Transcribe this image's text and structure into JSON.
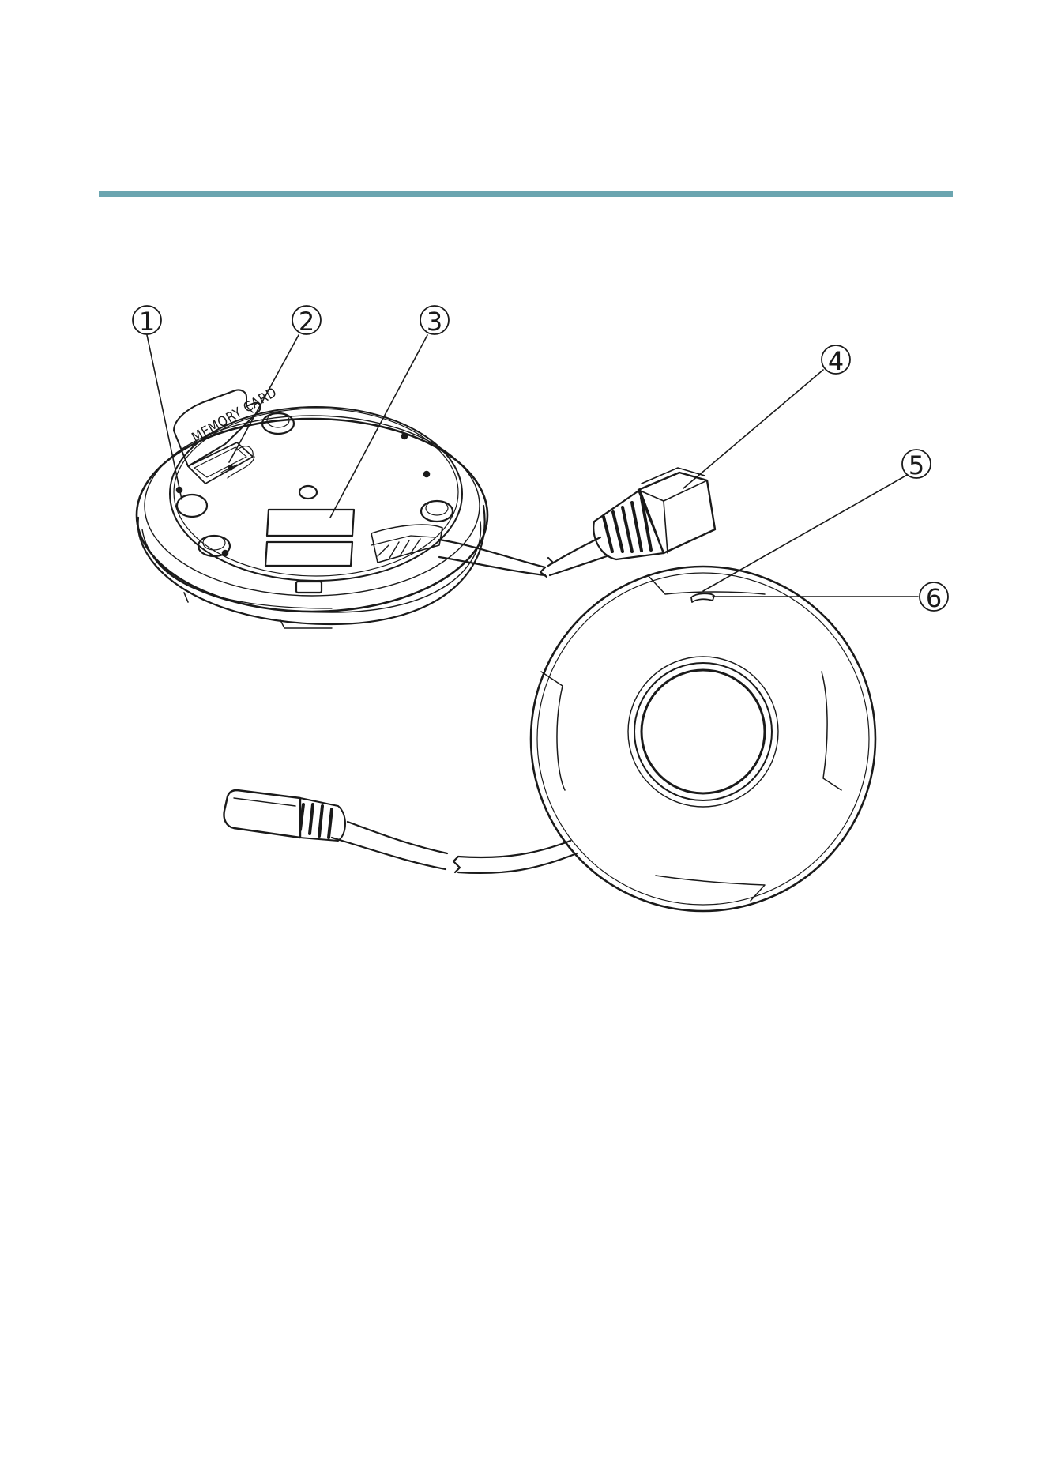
{
  "colors": {
    "rule": "#6ba5b0",
    "ink": "#1a1a1a",
    "paper": "#ffffff"
  },
  "callouts": [
    {
      "number": "1"
    },
    {
      "number": "2"
    },
    {
      "number": "3"
    },
    {
      "number": "4"
    },
    {
      "number": "5"
    },
    {
      "number": "6"
    }
  ],
  "figure": {
    "memory_card_label": "MEMORY CARD"
  }
}
